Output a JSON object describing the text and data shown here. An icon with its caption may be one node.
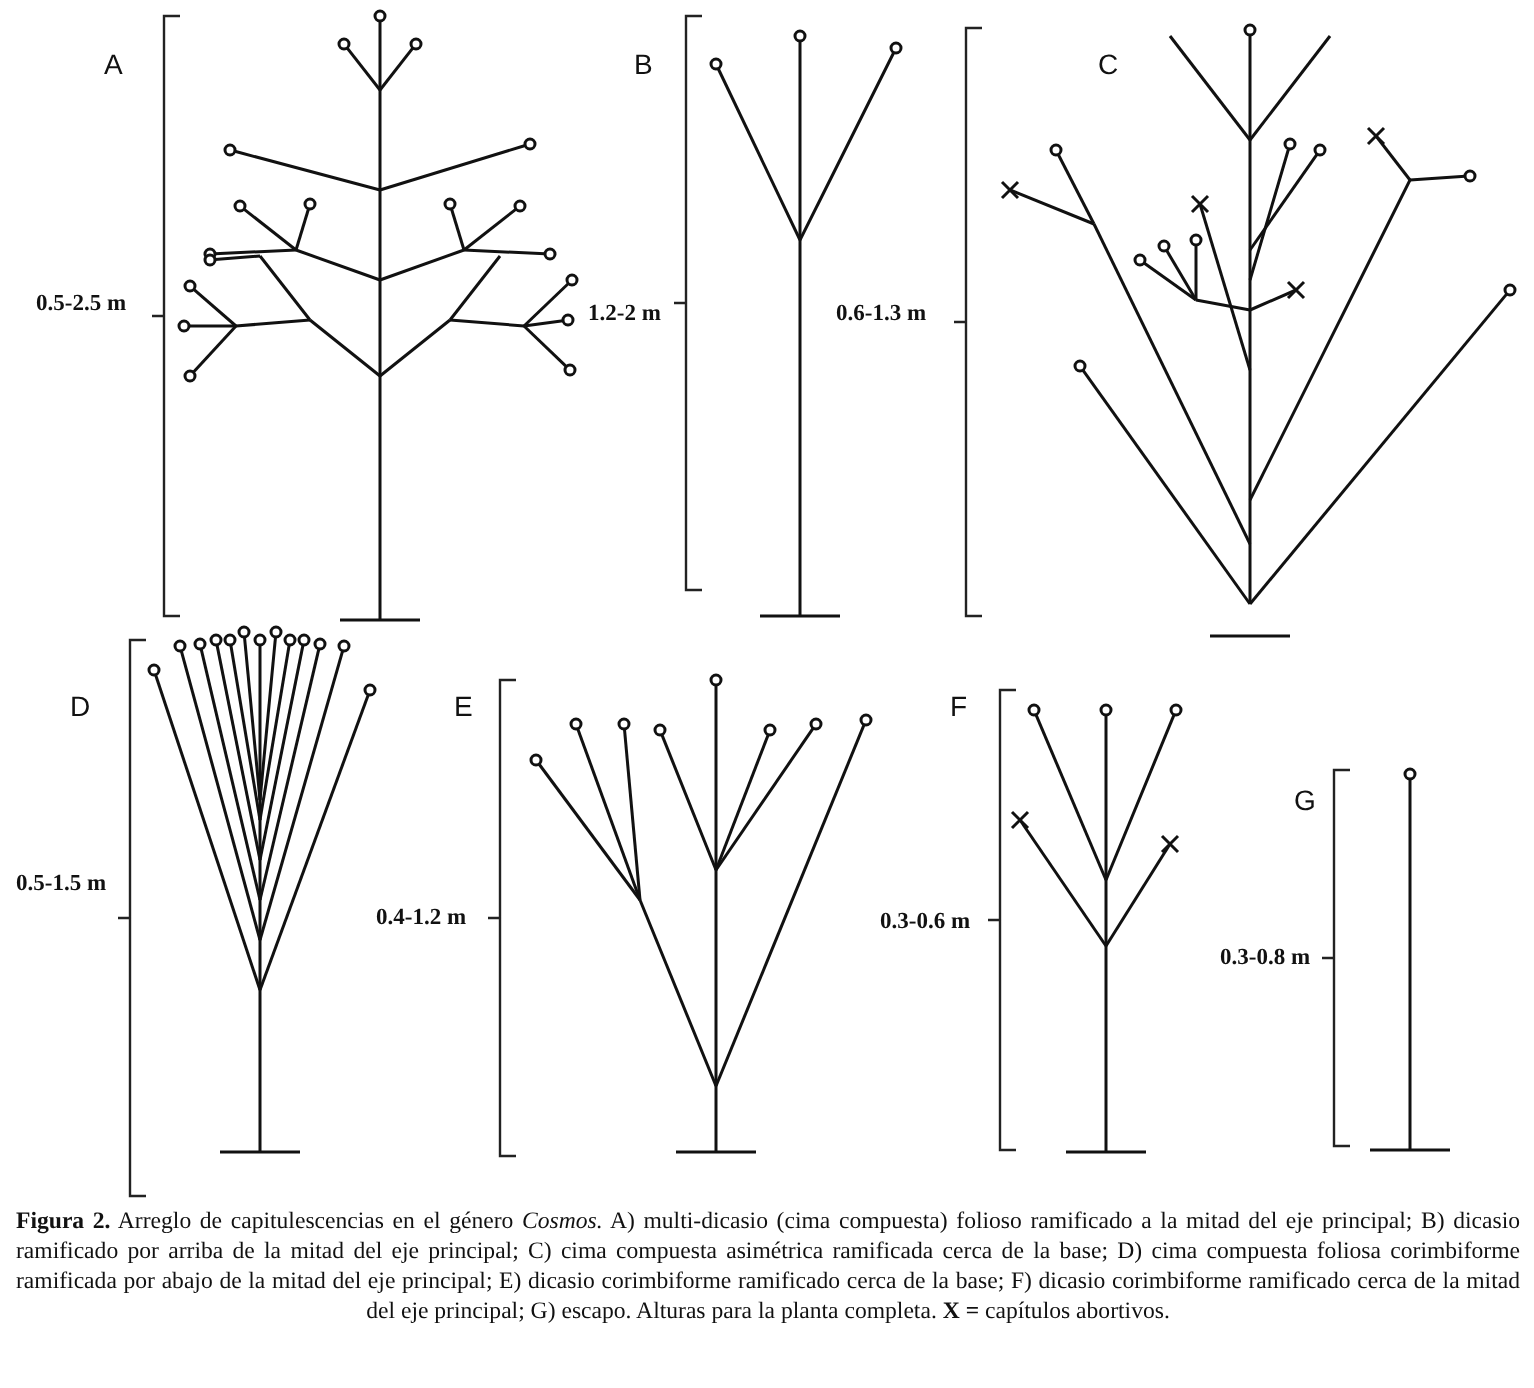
{
  "diagram": {
    "caption": "**Figura 2.** Arreglo de capitulescencias en el género *Cosmos.* A) multi-dicasio (cima compuesta) folioso ramificado a la mitad del eje principal; B) dicasio ramificado por arriba de la mitad del eje principal; C) cima compuesta asimétrica ramificada cerca de la base; D) cima compuesta foliosa corimbiforme ramificada por abajo de la mitad del eje principal; E) dicasio corimbiforme ramificado cerca de la base; F) dicasio corimbiforme ramificado cerca de la mitad del eje principal; G) escapo. Alturas para la planta completa. **X =** capítulos abortivos.",
    "labels": [
      "A",
      "0.5-2.5 m",
      "B",
      "1.2-2 m",
      "C",
      "0.6-1.3 m",
      "D",
      "0.5-1.5 m",
      "E",
      "0.4-1.2 m",
      "F",
      "0.3-0.6 m",
      "G",
      "0.3-0.8 m"
    ]
  }
}
